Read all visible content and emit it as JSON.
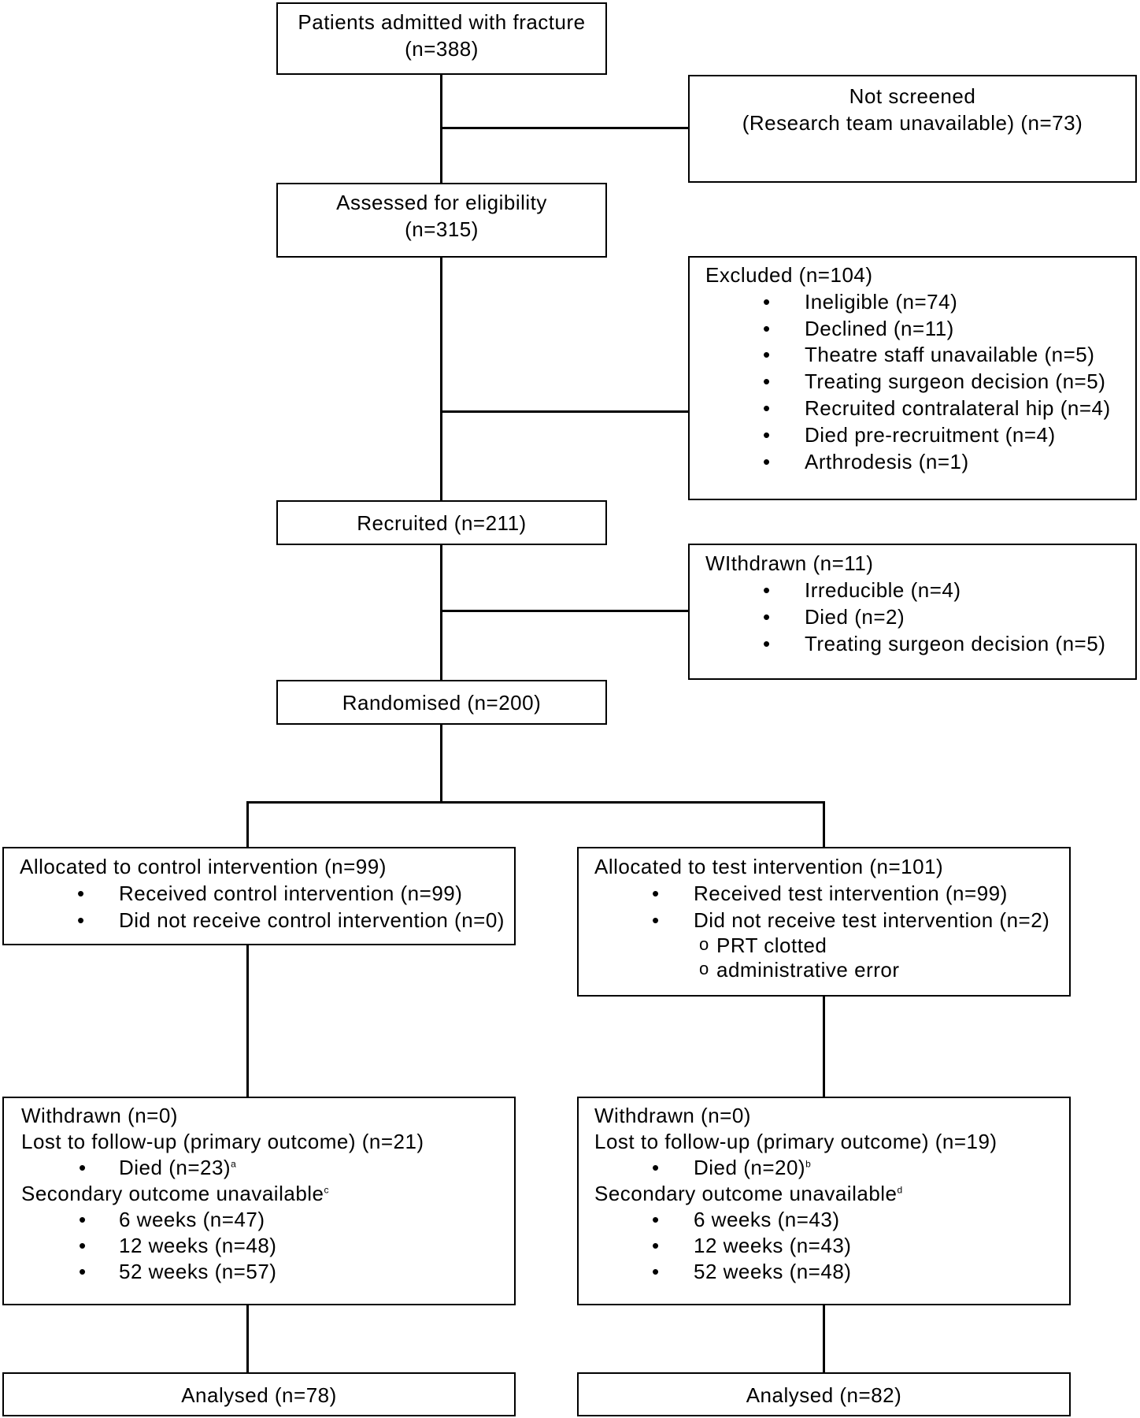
{
  "flow": {
    "admitted": {
      "line1": "Patients admitted with fracture",
      "line2": "(n=388)"
    },
    "not_screened": {
      "line1": "Not screened",
      "line2": "(Research team unavailable) (n=73)"
    },
    "assessed": {
      "line1": "Assessed for eligibility",
      "line2": "(n=315)"
    },
    "excluded": {
      "title": "Excluded (n=104)",
      "items": [
        "Ineligible (n=74)",
        "Declined (n=11)",
        "Theatre staff unavailable (n=5)",
        "Treating surgeon decision (n=5)",
        "Recruited contralateral hip (n=4)",
        "Died pre-recruitment (n=4)",
        "Arthrodesis (n=1)"
      ]
    },
    "recruited": {
      "label": "Recruited  (n=211)"
    },
    "withdrawn_pre": {
      "title": "WIthdrawn (n=11)",
      "items": [
        "Irreducible (n=4)",
        "Died (n=2)",
        "Treating surgeon decision (n=5)"
      ]
    },
    "randomised": {
      "label": "Randomised  (n=200)"
    },
    "control_alloc": {
      "title": "Allocated to control intervention  (n=99)",
      "items": [
        "Received control intervention (n=99)",
        "Did not receive control intervention (n=0)"
      ]
    },
    "test_alloc": {
      "title": "Allocated to test intervention  (n=101)",
      "items": [
        "Received test intervention (n=99)",
        "Did not receive test intervention (n=2)"
      ],
      "subitems": [
        "PRT clotted",
        "administrative error"
      ]
    },
    "control_follow": {
      "withdrawn": "Withdrawn  (n=0)",
      "lost": "Lost to follow-up (primary outcome) (n=21)",
      "died": "Died (n=23)",
      "died_sup": "a",
      "secondary": "Secondary outcome unavailable",
      "secondary_sup": "c",
      "weeks": [
        "6 weeks  (n=47)",
        "12 weeks  (n=48)",
        "52 weeks  (n=57)"
      ]
    },
    "test_follow": {
      "withdrawn": "Withdrawn  (n=0)",
      "lost": "Lost to follow-up (primary outcome) (n=19)",
      "died": "Died (n=20)",
      "died_sup": "b",
      "secondary": "Secondary outcome unavailable",
      "secondary_sup": "d",
      "weeks": [
        "6 weeks  (n=43)",
        "12 weeks  (n=43)",
        "52 weeks  (n=48)"
      ]
    },
    "control_analysed": {
      "label": "Analysed  (n=78)"
    },
    "test_analysed": {
      "label": "Analysed  (n=82)"
    }
  }
}
